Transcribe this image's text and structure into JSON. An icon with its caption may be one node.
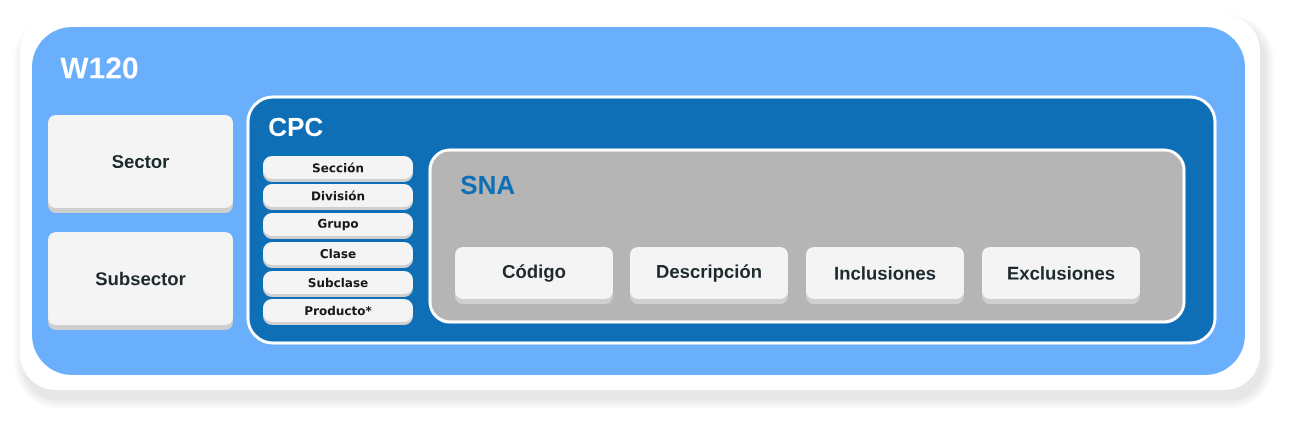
{
  "diagram": {
    "nodes": [
      {
        "text": [
          "W120"
        ]
      },
      {
        "text": [
          "Sector"
        ],
        "in": 0
      },
      {
        "text": [
          "Subsector"
        ],
        "in": 0
      },
      {
        "text": [
          "CPC"
        ],
        "in": 0
      },
      {
        "text": [
          "Sección"
        ],
        "in": 3
      },
      {
        "text": [
          "División"
        ],
        "in": 3
      },
      {
        "text": [
          "Grupo"
        ],
        "in": 3
      },
      {
        "text": [
          "Clase"
        ],
        "in": 3
      },
      {
        "text": [
          "Subclase"
        ],
        "in": 3
      },
      {
        "text": [
          "Producto*"
        ],
        "in": 3
      },
      {
        "text": [
          "SNA"
        ],
        "in": 3
      },
      {
        "text": [
          "Código"
        ],
        "in": 10
      },
      {
        "text": [
          "Descripción"
        ],
        "in": 10
      },
      {
        "text": [
          "Inclusiones"
        ],
        "in": 10
      },
      {
        "text": [
          "Exclusiones"
        ],
        "in": 10
      }
    ]
  }
}
